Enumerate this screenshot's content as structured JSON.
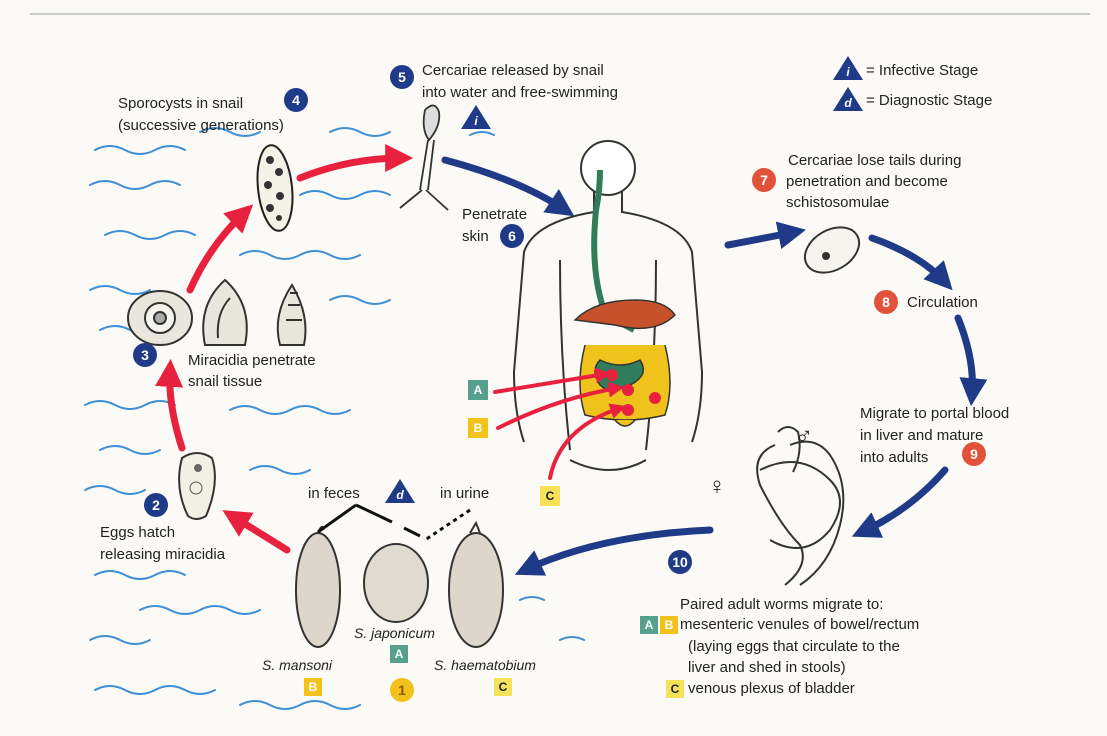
{
  "legend": {
    "infective_symbol": "i",
    "infective_label": "= Infective Stage",
    "diagnostic_symbol": "d",
    "diagnostic_label": "= Diagnostic Stage"
  },
  "steps": {
    "s1": {
      "num": "1"
    },
    "s2": {
      "num": "2",
      "line1": "Eggs hatch",
      "line2": "releasing miracidia"
    },
    "s3": {
      "num": "3",
      "line1": "Miracidia penetrate",
      "line2": "snail tissue"
    },
    "s4": {
      "num": "4",
      "line1": "Sporocysts in snail",
      "line2": "(successive generations)"
    },
    "s5": {
      "num": "5",
      "line1": "Cercariae released by snail",
      "line2": "into water and free-swimming"
    },
    "s6": {
      "num": "6",
      "line1": "Penetrate",
      "line2": "skin"
    },
    "s7": {
      "num": "7",
      "line1": "Cercariae lose tails during",
      "line2": "penetration and become",
      "line3": "schistosomulae"
    },
    "s8": {
      "num": "8",
      "label": "Circulation"
    },
    "s9": {
      "num": "9",
      "line1": "Migrate to portal blood",
      "line2": "in liver and mature",
      "line3": "into adults"
    },
    "s10": {
      "num": "10",
      "line1": "Paired adult worms migrate to:",
      "line2": "mesenteric venules of bowel/rectum",
      "line3": "(laying eggs that circulate to the",
      "line4": "liver and shed in stools)",
      "line5": "venous plexus of bladder"
    }
  },
  "eggs": {
    "in_feces": "in feces",
    "in_urine": "in urine",
    "mansoni": "S. mansoni",
    "japonicum": "S. japonicum",
    "haematobium": "S. haematobium"
  },
  "letters": {
    "a": "A",
    "b": "B",
    "c": "C"
  },
  "symbols": {
    "female": "♀",
    "male": "♂"
  },
  "colors": {
    "blue_arrow": "#1f3a86",
    "red_arrow": "#e8213f",
    "water": "#3f8fd6",
    "intestine_yellow": "#f0c21c",
    "intestine_green": "#2f7d5a",
    "liver": "#c5522a"
  }
}
